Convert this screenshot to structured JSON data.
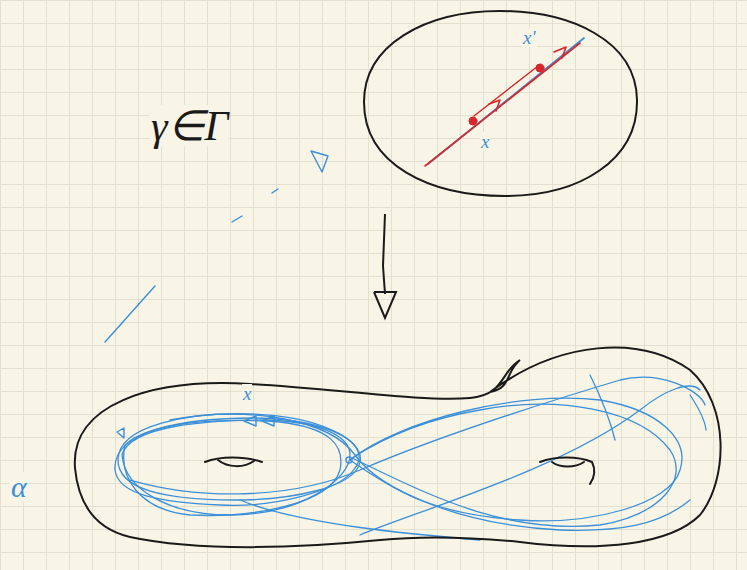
{
  "diagram": {
    "nodes": [
      {
        "text": [
          "x'",
          "x"
        ]
      },
      {
        "text": [
          "x"
        ]
      }
    ],
    "edges": [
      {
        "from": 0,
        "to": 1,
        "arrow": "to"
      }
    ],
    "labels": [
      "γ∈Γ",
      "α"
    ]
  }
}
